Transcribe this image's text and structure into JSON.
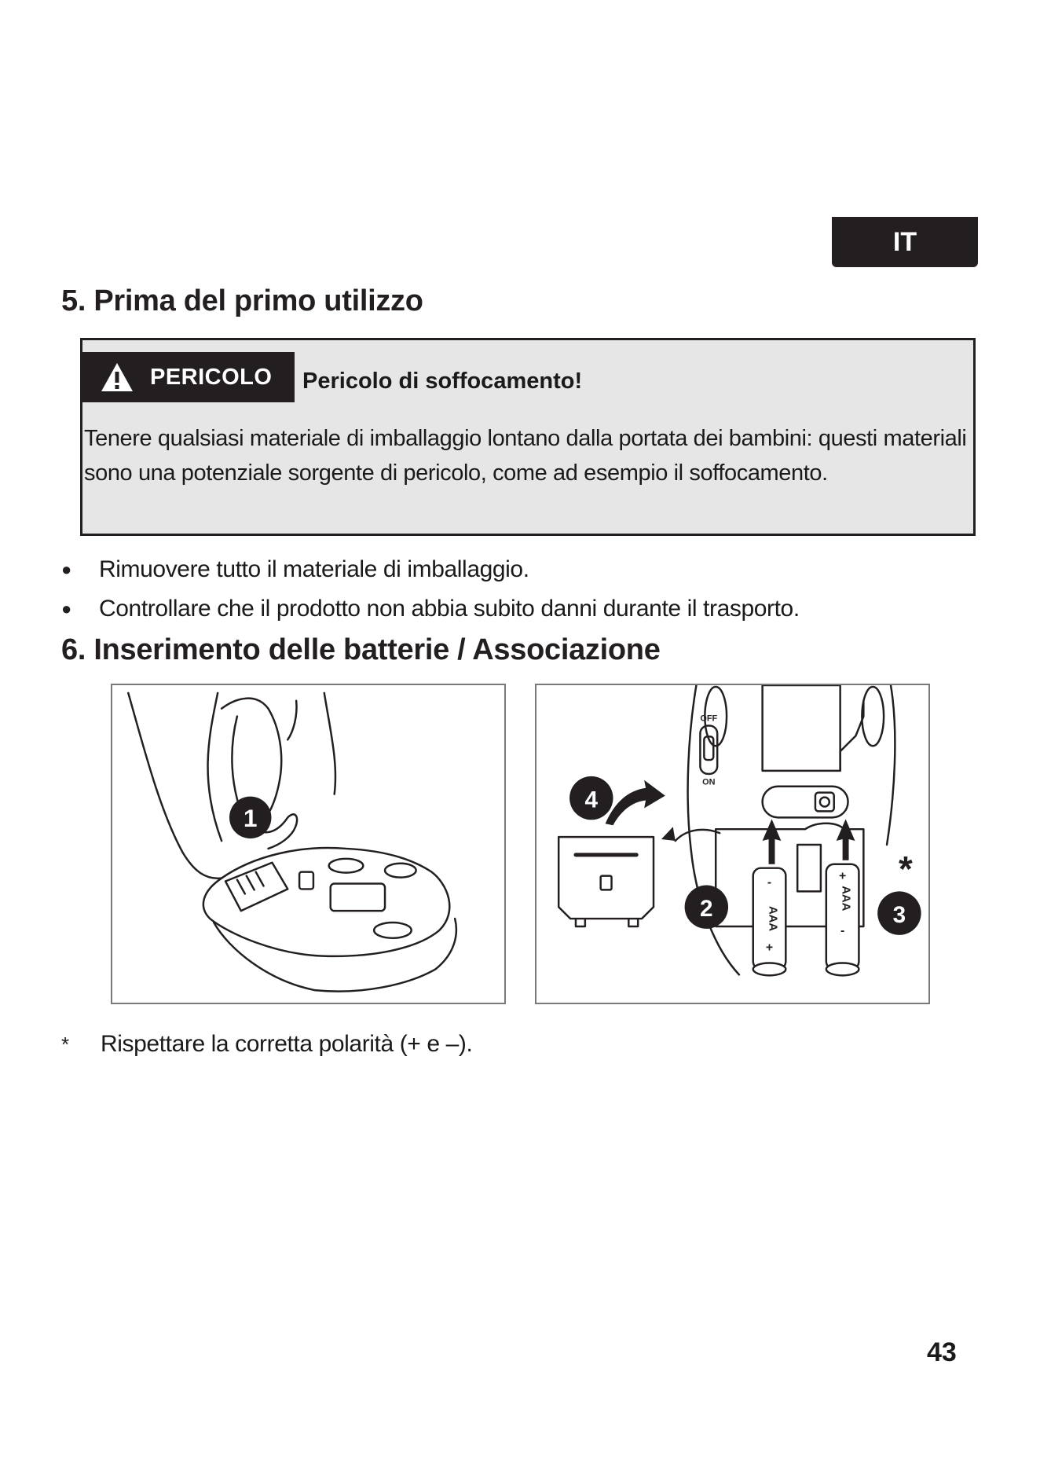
{
  "language_tab": "IT",
  "section5": {
    "title": "5. Prima del primo utilizzo",
    "warning": {
      "label": "PERICOLO",
      "title": "Pericolo di soffocamento!",
      "text": "Tenere qualsiasi materiale di imballaggio lontano dalla portata dei bambini: questi materiali sono una potenziale sorgente di pericolo, come ad esempio il soffocamento."
    },
    "steps": [
      "Rimuovere tutto il materiale di imballaggio.",
      "Controllare che il prodotto non abbia subito danni durante il trasporto."
    ]
  },
  "section6": {
    "title": "6. Inserimento delle batterie / Associazione",
    "figure1": {
      "step": "1"
    },
    "figure2": {
      "steps": [
        "4",
        "2",
        "3"
      ],
      "switch_off": "OFF",
      "switch_on": "ON",
      "battery_label": "AAA",
      "plus": "+",
      "minus": "-",
      "asterisk": "*"
    },
    "footnote_mark": "*",
    "footnote": "Rispettare la corretta polarità (+ e –)."
  },
  "page_number": "43"
}
